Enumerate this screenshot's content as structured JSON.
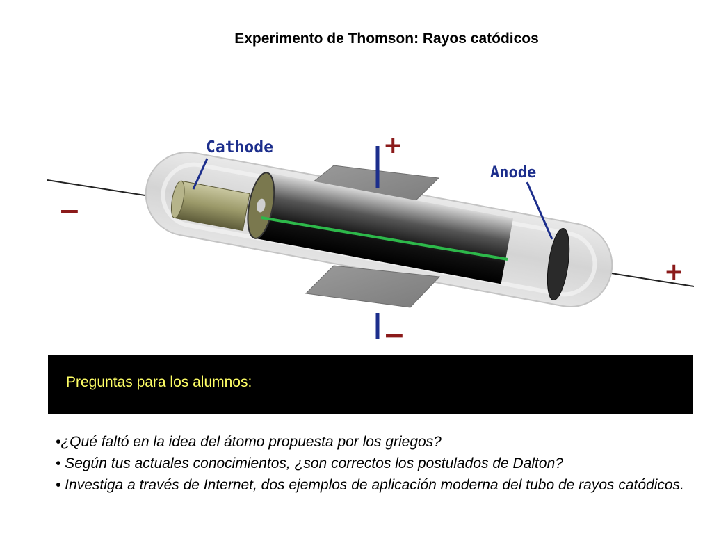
{
  "title": "Experimento de Thomson: Rayos catódicos",
  "diagram": {
    "cathode_label": "Cathode",
    "anode_label": "Anode",
    "left_terminal_sign": "−",
    "right_terminal_sign": "+",
    "top_plate_sign": "+",
    "bottom_plate_sign": "−",
    "colors": {
      "label": "#1c2e8c",
      "sign": "#8b1a1a",
      "beam": "#2db84a",
      "plate": "#8c8c8c",
      "cathode": "#9c9a6a"
    }
  },
  "questions_header": "Preguntas para los alumnos:",
  "questions": [
    "•¿Qué faltó en la idea del átomo propuesta por los griegos?",
    "• Según tus actuales conocimientos, ¿son correctos los postulados de Dalton?",
    "• Investiga a través de Internet, dos ejemplos de aplicación moderna del tubo de rayos catódicos."
  ]
}
